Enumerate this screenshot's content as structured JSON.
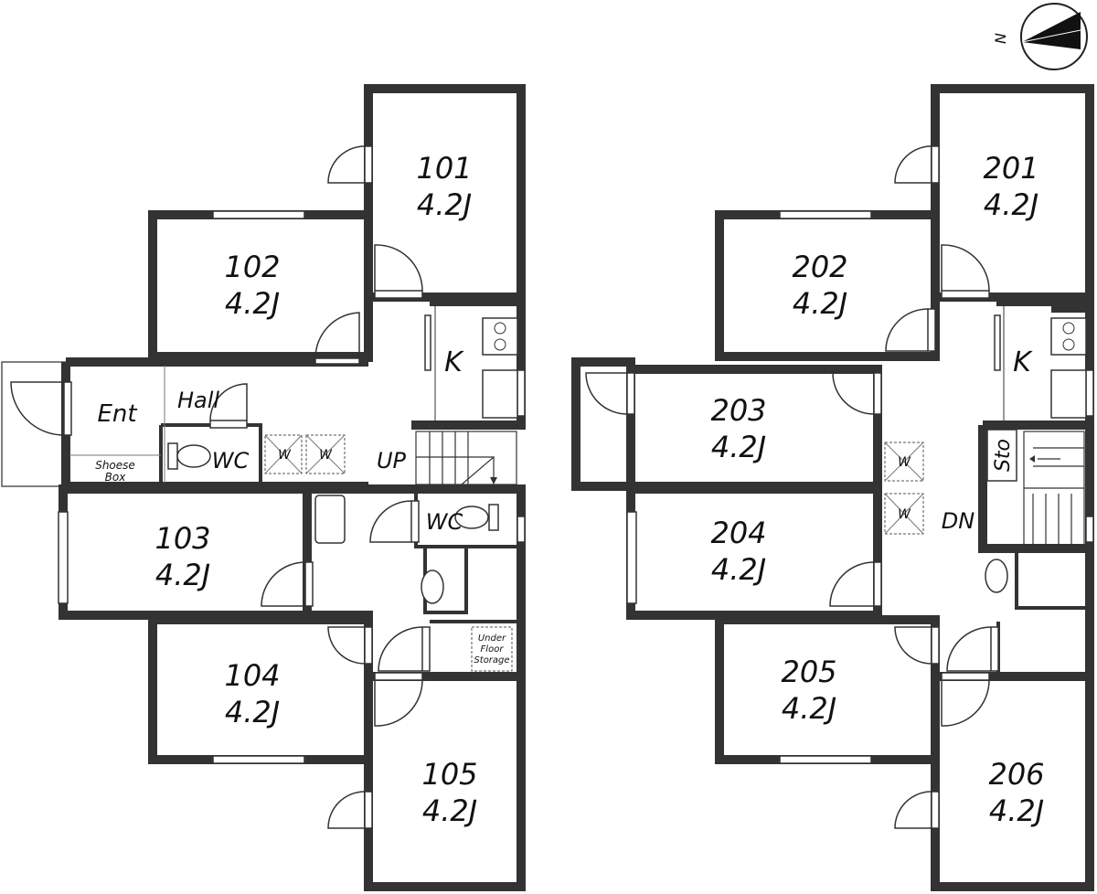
{
  "compass": {
    "label": "N"
  },
  "floor1": {
    "rooms": [
      {
        "id": "101",
        "number": "101",
        "size": "4.2J"
      },
      {
        "id": "102",
        "number": "102",
        "size": "4.2J"
      },
      {
        "id": "103",
        "number": "103",
        "size": "4.2J"
      },
      {
        "id": "104",
        "number": "104",
        "size": "4.2J"
      },
      {
        "id": "105",
        "number": "105",
        "size": "4.2J"
      }
    ],
    "labels": {
      "entrance": "Ent",
      "hall": "Hall",
      "shoe_box_line1": "Shoese",
      "shoe_box_line2": "Box",
      "wc_upper": "WC",
      "wc_lower": "WC",
      "closet_a": "W",
      "closet_b": "W",
      "kitchen": "K",
      "stairs": "UP",
      "under_floor_line1": "Under",
      "under_floor_line2": "Floor",
      "under_floor_line3": "Storage"
    }
  },
  "floor2": {
    "rooms": [
      {
        "id": "201",
        "number": "201",
        "size": "4.2J"
      },
      {
        "id": "202",
        "number": "202",
        "size": "4.2J"
      },
      {
        "id": "203",
        "number": "203",
        "size": "4.2J"
      },
      {
        "id": "204",
        "number": "204",
        "size": "4.2J"
      },
      {
        "id": "205",
        "number": "205",
        "size": "4.2J"
      },
      {
        "id": "206",
        "number": "206",
        "size": "4.2J"
      }
    ],
    "labels": {
      "kitchen": "K",
      "storage": "Sto",
      "stairs": "DN",
      "closet_a": "W",
      "closet_b": "W"
    }
  }
}
